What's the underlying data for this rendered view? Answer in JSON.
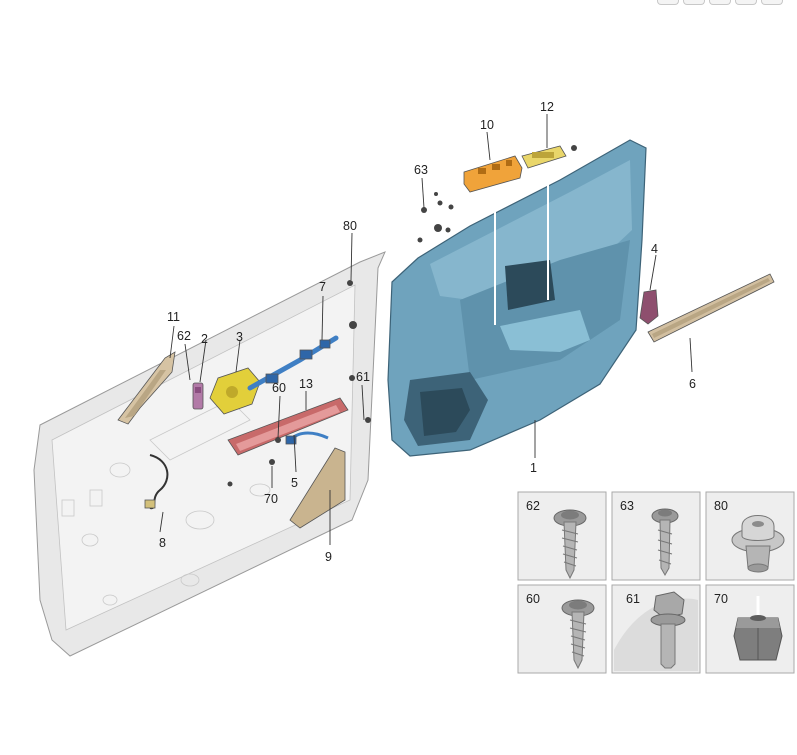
{
  "diagram": {
    "callouts": {
      "c1": "1",
      "c2": "2",
      "c3": "3",
      "c4": "4",
      "c5": "5",
      "c6": "6",
      "c7": "7",
      "c8": "8",
      "c9": "9",
      "c10": "10",
      "c11": "11",
      "c12": "12",
      "c13": "13",
      "c60": "60",
      "c61": "61",
      "c62": "62",
      "c63": "63",
      "c70": "70",
      "c80": "80"
    },
    "fastener_panels": [
      {
        "label": "62",
        "part": "screw-washer-head"
      },
      {
        "label": "63",
        "part": "screw-flange-head"
      },
      {
        "label": "80",
        "part": "clip-grommet"
      },
      {
        "label": "60",
        "part": "screw-washer-head"
      },
      {
        "label": "61",
        "part": "hex-bolt"
      },
      {
        "label": "70",
        "part": "expansion-nut"
      }
    ],
    "colors": {
      "door_panel": "#6fa3bd",
      "door_panel_dark": "#3d6378",
      "door_shell": "#e6e6e6",
      "switch_orange": "#f0a33a",
      "switch_yellow": "#e9d66a",
      "bracket_yellow": "#e2cf3a",
      "cable_blue": "#3f7fc4",
      "reinforcement_red": "#c86a6a",
      "trim_tan": "#d2bfa0",
      "panel_bg": "#eeeeee"
    }
  }
}
